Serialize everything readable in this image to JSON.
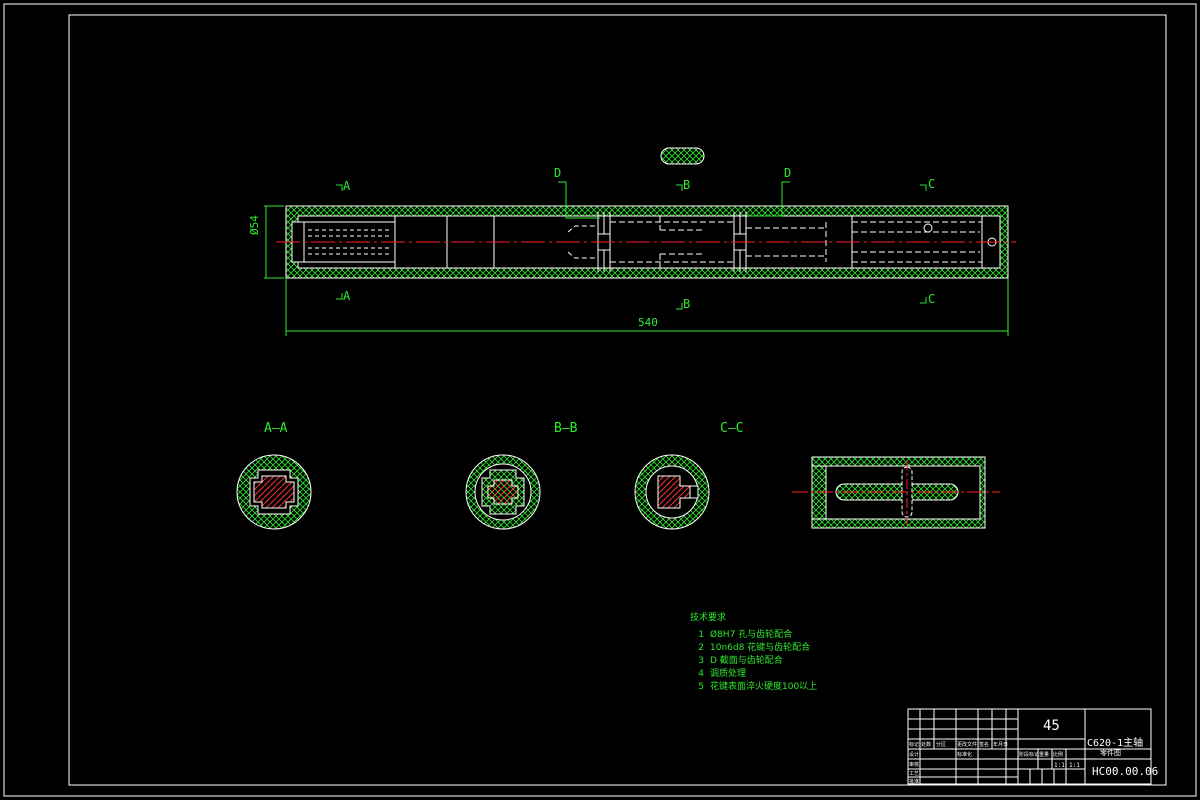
{
  "colors": {
    "background": "#000000",
    "frame": "#ffffff",
    "outline": "#ffffff",
    "hatch": "#2ee82e",
    "centerline": "#ff2020",
    "dimension": "#2ee82e",
    "section_fill": "#ff3030"
  },
  "dimensions": {
    "length": "540",
    "diameter": "Ø54"
  },
  "section_markers": {
    "a": "A",
    "b": "B",
    "c": "C",
    "d": "D"
  },
  "section_titles": {
    "aa": "A—A",
    "bb": "B—B",
    "cc": "C—C"
  },
  "technical_requirements": {
    "title": "技术要求",
    "items": [
      {
        "num": "1",
        "text": "Ø8H7 孔与齿轮配合"
      },
      {
        "num": "2",
        "text": "10n6d8 花键与齿轮配合"
      },
      {
        "num": "3",
        "text": "D 截面与齿轮配合"
      },
      {
        "num": "4",
        "text": "调质处理"
      },
      {
        "num": "5",
        "text": "花键表面淬火硬度100以上"
      }
    ]
  },
  "title_block": {
    "material": "45",
    "part_name": "C620-1主轴",
    "drawing_label": "零件图",
    "drawing_number": "HC00.00.06",
    "scale_a": "1:1",
    "scale_b": "1:1",
    "small_labels": [
      "标记",
      "处数",
      "分区",
      "更改文件",
      "签名",
      "年月日",
      "设计",
      "审核",
      "工艺",
      "批准",
      "标准化",
      "阶段标记",
      "重量",
      "比例"
    ]
  }
}
